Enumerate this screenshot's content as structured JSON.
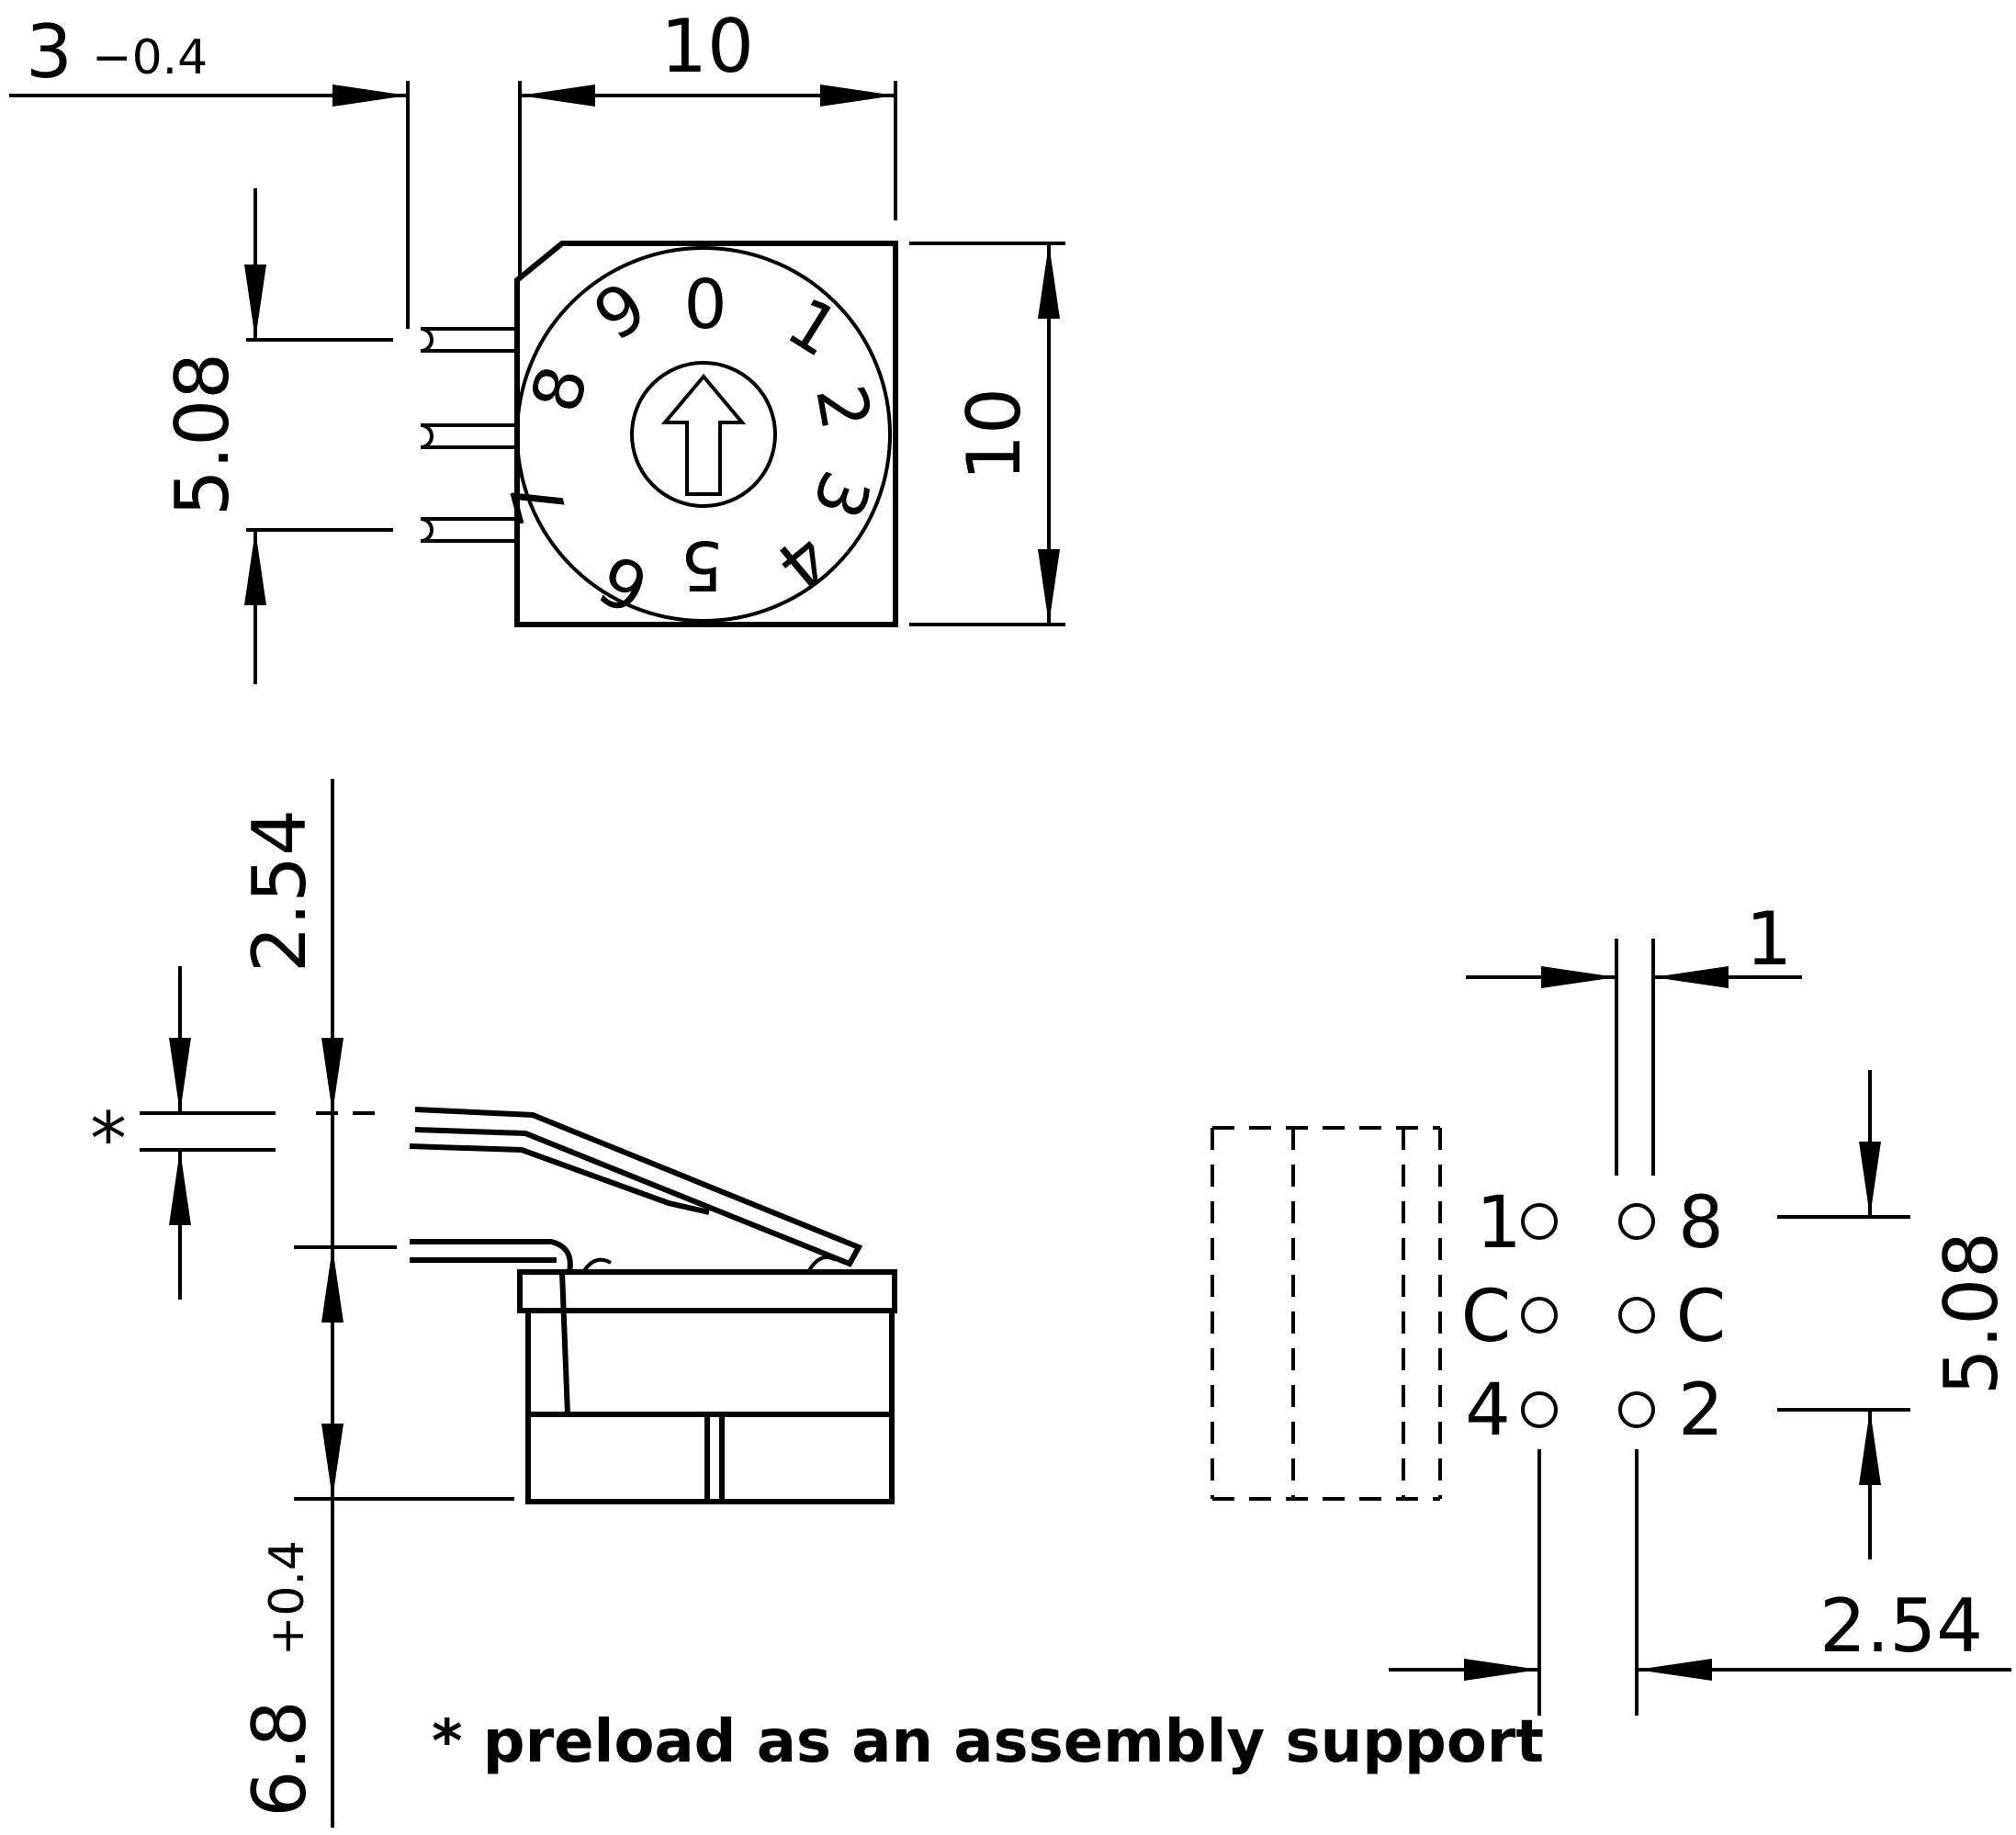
{
  "top_view": {
    "dim_lead": "3",
    "dim_lead_tol": "−0.4",
    "dim_width": "10",
    "dim_height": "10",
    "dim_pin_pitch": "5.08",
    "dial_numbers": [
      "0",
      "1",
      "2",
      "3",
      "4",
      "5",
      "6",
      "7",
      "8",
      "9"
    ]
  },
  "side_view": {
    "dim_pitch": "2.54",
    "dim_preload_marker": "*",
    "dim_height": "6.8",
    "dim_height_tol": "+0.4"
  },
  "footprint": {
    "dim_hole": "1",
    "dim_row_pitch": "5.08",
    "dim_col_pitch": "2.54",
    "pin_labels": [
      "1",
      "8",
      "C",
      "C",
      "4",
      "2"
    ]
  },
  "note": "* preload as an assembly support"
}
